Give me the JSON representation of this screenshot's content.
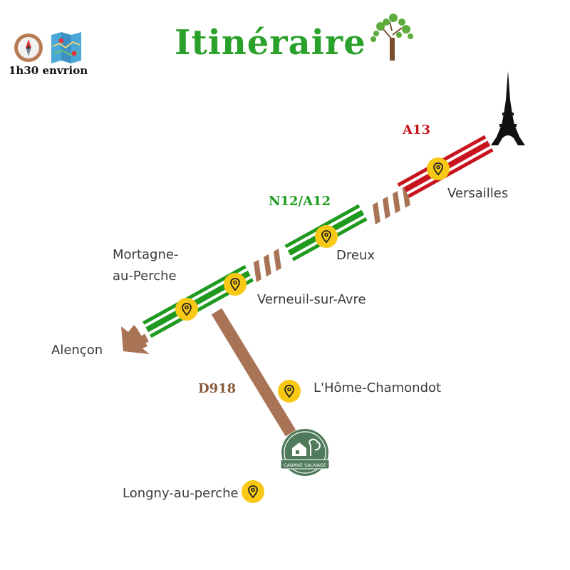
{
  "title": "Itinéraire",
  "duration": "1h30 envrion",
  "roads": {
    "a13": "A13",
    "n12": "N12/A12",
    "d918": "D918"
  },
  "places": {
    "versailles": "Versailles",
    "dreux": "Dreux",
    "mortagne_line1": "Mortagne-",
    "mortagne_line2": "au-Perche",
    "verneuil": "Verneuil-sur-Avre",
    "alencon": "Alençon",
    "home_chamondot": "L'Hôme-Chamondot",
    "longny": "Longny-au-perche"
  },
  "logo": {
    "text": "CABANE SAUVAGE"
  },
  "colors": {
    "title_green": "#2aa12a",
    "road_red": "#c8141e",
    "road_green": "#1f9a1f",
    "road_brown": "#a87455",
    "pin_yellow": "#f7c814",
    "logo_green": "#4f7b5b"
  },
  "icons": [
    "compass-icon",
    "folded-map-icon",
    "tree-icon",
    "eiffel-tower-icon",
    "location-pin-icon",
    "cabane-sauvage-logo"
  ]
}
